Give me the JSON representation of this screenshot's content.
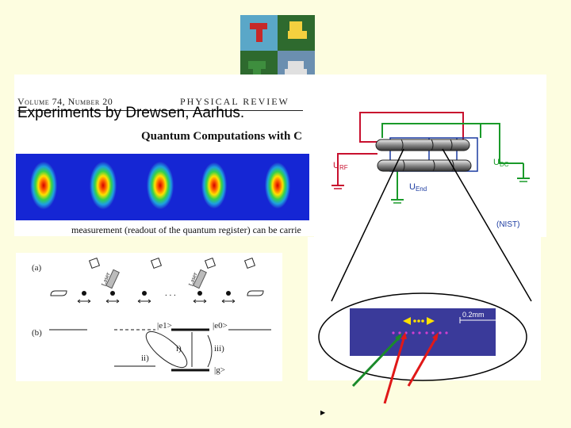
{
  "slide": {
    "title": "Experiments by Drewsen, Aarhus."
  },
  "paper": {
    "volume": "Volume 74, Number 20",
    "journal": "PHYSICAL  REVIEW",
    "title": "Quantum Computations with C",
    "caption": "measurement (readout of the quantum register) can be carrie"
  },
  "scheme": {
    "panel_a": "(a)",
    "panel_b": "(b)",
    "laser1": "Laser",
    "laser2": "Laser",
    "dots": ". . .",
    "state_e1": "|e1>",
    "state_e0": "|e0>",
    "state_g": "|g>",
    "step_i": "i)",
    "step_ii": "ii)",
    "step_iii": "iii)"
  },
  "trap": {
    "u_rf": "U",
    "u_rf_sub": "RF",
    "u_dc": "U",
    "u_dc_sub": "DC",
    "u_end": "U",
    "u_end_sub": "End",
    "credit": "(NIST)"
  },
  "zoom": {
    "scale_label": "0.2mm"
  },
  "nav": {
    "arrow": "▶"
  },
  "colors": {
    "wire_red": "#c8102e",
    "wire_green": "#1a9a2a",
    "wire_blue": "#1a3aa0",
    "ion_image_bg": "#3a3a9a"
  }
}
